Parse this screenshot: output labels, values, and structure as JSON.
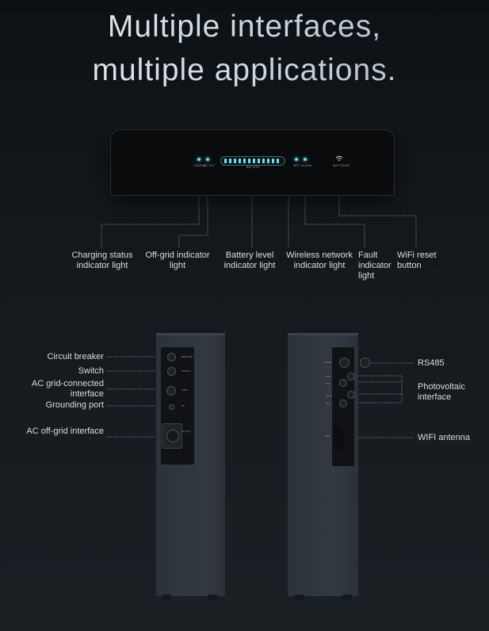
{
  "headline": {
    "line1": "Multiple interfaces,",
    "line2": "multiple applications."
  },
  "panel": {
    "labels": {
      "charge": "CHARGE",
      "acout": "AC OUT",
      "battery": "BATTERY",
      "wifi": "WIFI",
      "alarm": "ALARM",
      "wifi_reset": "WIFI RESET"
    },
    "led_color": "#5fe1ec",
    "battery_segments": 12
  },
  "callouts_top": {
    "charging": "Charging status indicator light",
    "offgrid": "Off-grid indicator light",
    "battery": "Battery level indicator light",
    "wireless": "Wireless network indicator light",
    "fault": "Fault indicator light",
    "wifi_reset": "WiFi reset button"
  },
  "left_unit": {
    "port_labels": {
      "breaker": "BREAKER",
      "switch": "SWITCH",
      "grid": "GRID",
      "pe": "PE",
      "acout": "AC OUT"
    },
    "callouts": {
      "breaker": "Circuit breaker",
      "switch": "Switch",
      "grid": "AC grid-connected interface",
      "ground": "Grounding port",
      "offgrid": "AC off-grid interface"
    }
  },
  "right_unit": {
    "port_labels": {
      "rs485": "RS485",
      "pv1p": "PV1+",
      "pv1n": "PV1-",
      "pv2p": "PV2+",
      "pv2n": "PV2-",
      "wifi": "WIFI"
    },
    "callouts": {
      "rs485": "RS485",
      "pv": "Photovoltaic interface",
      "wifi": "WIFI antenna"
    }
  }
}
